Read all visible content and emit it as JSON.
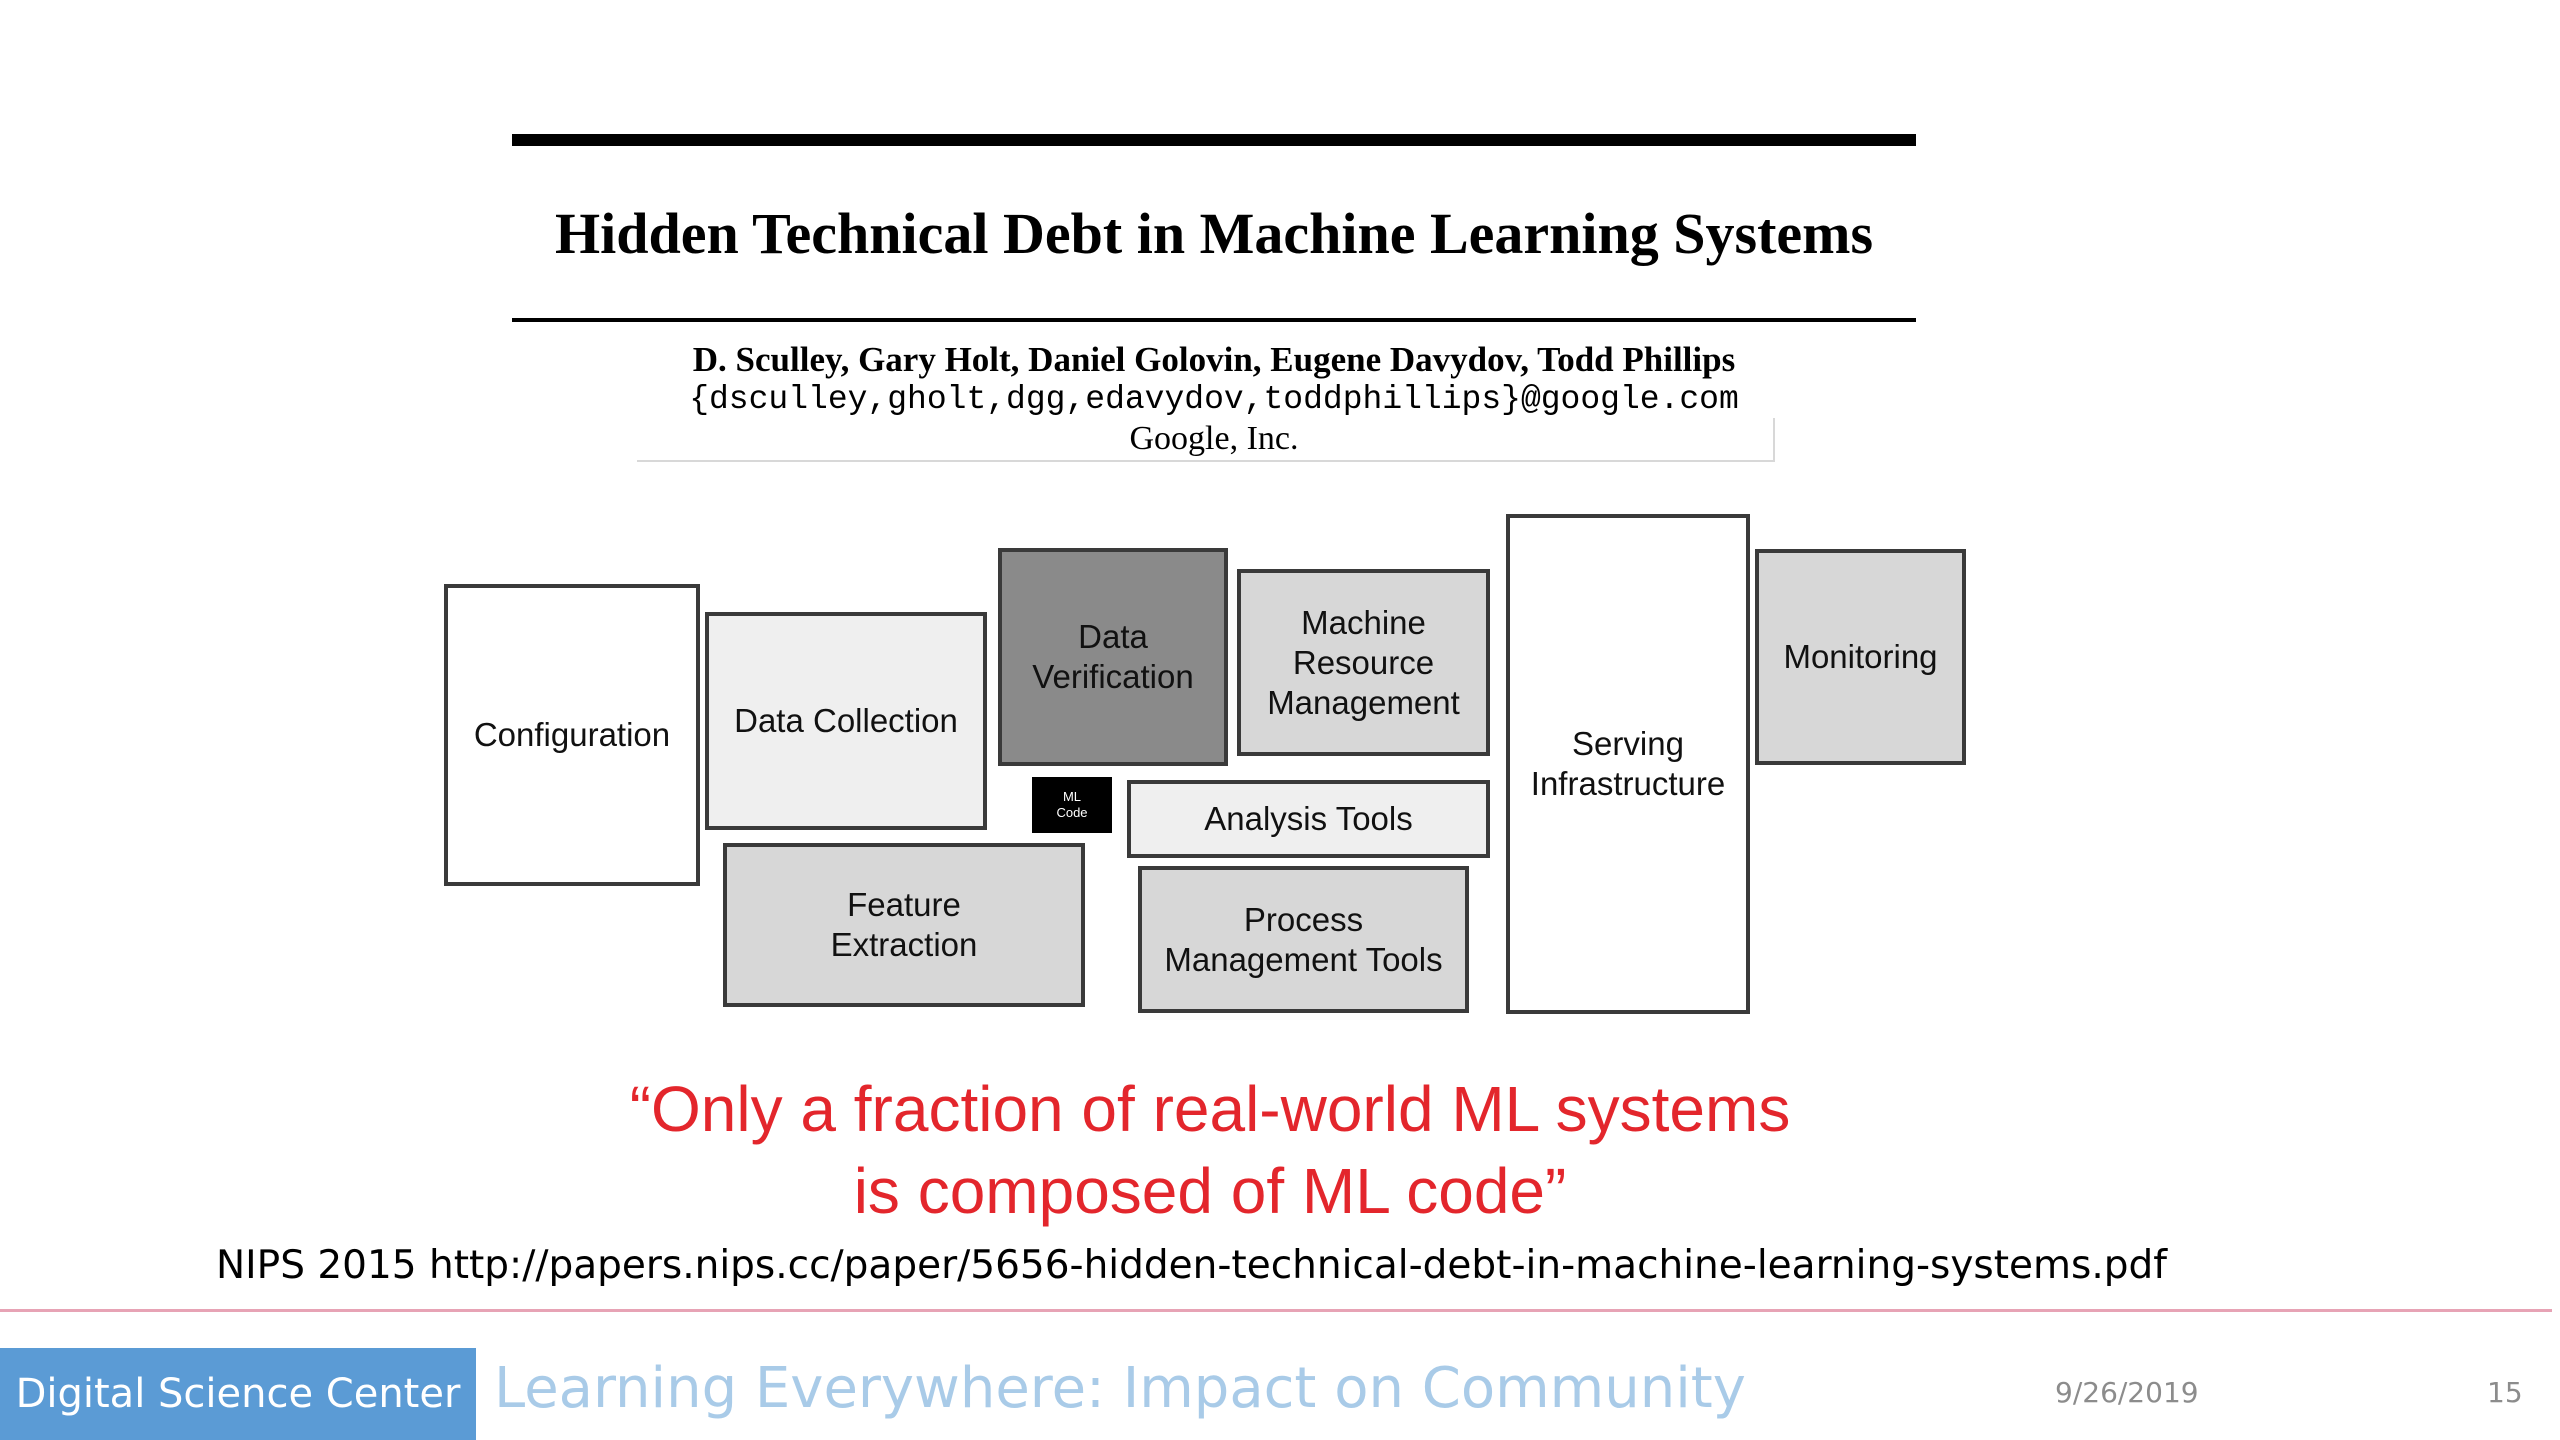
{
  "paper": {
    "title": "Hidden Technical Debt in Machine Learning Systems",
    "authors": "D. Sculley, Gary Holt, Daniel Golovin, Eugene Davydov, Todd Phillips",
    "emails": "{dsculley,gholt,dgg,edavydov,toddphillips}@google.com",
    "affiliation": "Google, Inc."
  },
  "diagram": {
    "configuration": "Configuration",
    "data_collection": "Data Collection",
    "data_verification": "Data\nVerification",
    "machine_resource_management": "Machine\nResource\nManagement",
    "serving_infrastructure": "Serving\nInfrastructure",
    "monitoring": "Monitoring",
    "ml_code": "ML\nCode",
    "analysis_tools": "Analysis Tools",
    "feature_extraction": "Feature\nExtraction",
    "process_management_tools": "Process\nManagement Tools"
  },
  "quote": {
    "line1": "“Only a fraction of real-world ML systems",
    "line2": "is composed of ML code”",
    "color": "#e3262c"
  },
  "reference": "NIPS 2015 http://papers.nips.cc/paper/5656-hidden-technical-debt-in-machine-learning-systems.pdf",
  "footer": {
    "badge": "Digital Science Center",
    "title": "Learning Everywhere: Impact on Community",
    "date": "9/26/2019",
    "page": "15",
    "badge_color": "#5b9bd5",
    "title_color": "#a9cbe8",
    "rule_color": "#e7a3b5"
  }
}
